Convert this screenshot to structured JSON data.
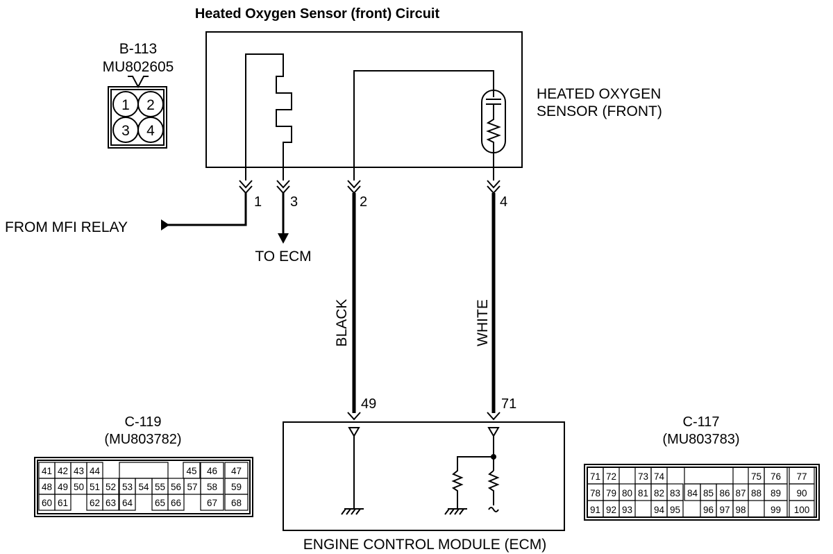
{
  "title": "Heated Oxygen Sensor (front) Circuit",
  "sensor": {
    "connector_id": "B-113",
    "connector_part": "MU802605",
    "label_line1": "HEATED OXYGEN",
    "label_line2": "SENSOR (FRONT)",
    "connector_pins": [
      "1",
      "2",
      "3",
      "4"
    ]
  },
  "pins": {
    "p1": "1",
    "p2": "2",
    "p3": "3",
    "p4": "4",
    "p49": "49",
    "p71": "71"
  },
  "signals": {
    "from_relay": "FROM MFI RELAY",
    "to_ecm": "TO ECM"
  },
  "wires": {
    "black": "BLACK",
    "white": "WHITE"
  },
  "ecm": {
    "label": "ENGINE CONTROL MODULE (ECM)"
  },
  "c119": {
    "id": "C-119",
    "part": "(MU803782)",
    "rows": [
      [
        "41",
        "42",
        "43",
        "44",
        "",
        "",
        "",
        "45",
        "46",
        "47"
      ],
      [
        "48",
        "49",
        "50",
        "51",
        "52",
        "53",
        "54",
        "55",
        "56",
        "57",
        "58",
        "59"
      ],
      [
        "60",
        "61",
        "",
        "62",
        "63",
        "64",
        "",
        "65",
        "66",
        "",
        "67",
        "68"
      ]
    ]
  },
  "c117": {
    "id": "C-117",
    "part": "(MU803783)",
    "rows": [
      [
        "71",
        "72",
        "",
        "73",
        "74",
        "",
        "",
        "",
        "",
        "75",
        "76",
        "77"
      ],
      [
        "78",
        "79",
        "80",
        "81",
        "82",
        "83",
        "84",
        "85",
        "86",
        "87",
        "88",
        "89",
        "90"
      ],
      [
        "91",
        "92",
        "93",
        "",
        "94",
        "95",
        "",
        "96",
        "97",
        "98",
        "",
        "99",
        "100"
      ]
    ]
  }
}
